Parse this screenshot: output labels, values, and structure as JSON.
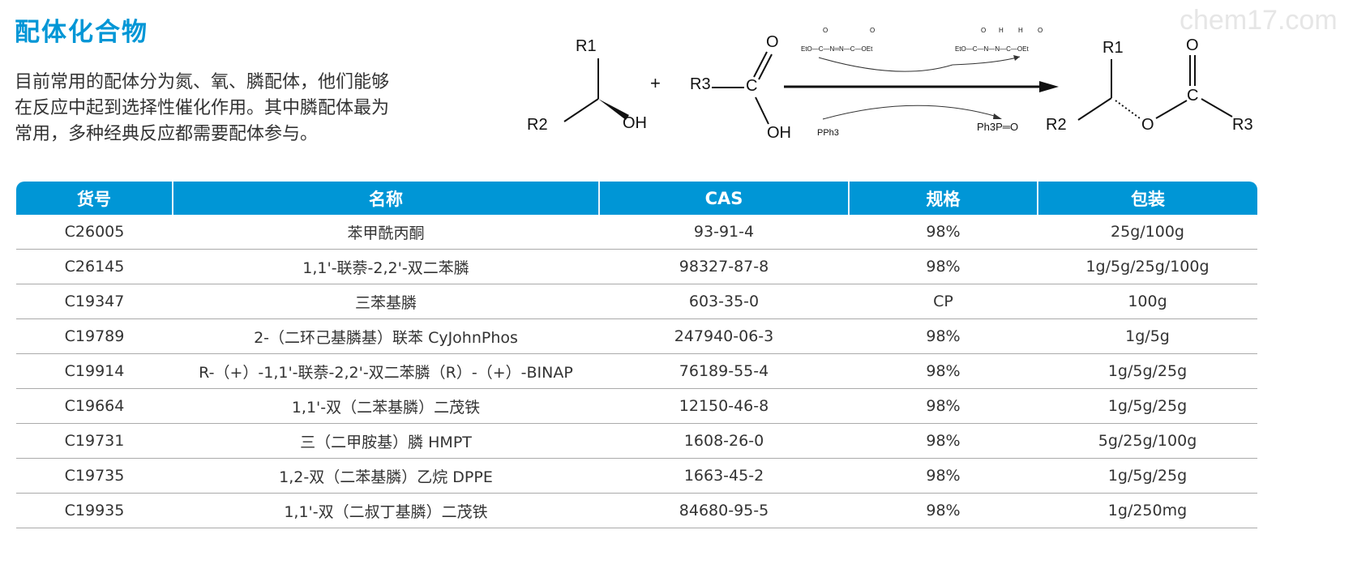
{
  "title": "配体化合物",
  "intro_lines": [
    "目前常用的配体分为氮、氧、膦配体，他们能够",
    "在反应中起到选择性催化作用。其中膦配体最为",
    "常用，多种经典反应都需要配体参与。"
  ],
  "watermark": "chem17.com",
  "scheme": {
    "r1": "R1",
    "r2": "R2",
    "r3": "R3",
    "oh": "OH",
    "o": "O",
    "c": "C",
    "plus": "+",
    "dead": "EtO—C—N═N—C—OEt",
    "dead_o": "O",
    "hydrazine": "EtO—C—N—N—C—OEt",
    "hydrazine_h": "H",
    "pph3": "PPh3",
    "ph3po": "Ph3P═O"
  },
  "table": {
    "headers": [
      "货号",
      "名称",
      "CAS",
      "规格",
      "包装"
    ],
    "rows": [
      [
        "C26005",
        "苯甲酰丙酮",
        "93-91-4",
        "98%",
        "25g/100g"
      ],
      [
        "C26145",
        "1,1'-联萘-2,2'-双二苯膦",
        "98327-87-8",
        "98%",
        "1g/5g/25g/100g"
      ],
      [
        "C19347",
        "三苯基膦",
        "603-35-0",
        "CP",
        "100g"
      ],
      [
        "C19789",
        "2-（二环己基膦基）联苯 CyJohnPhos",
        "247940-06-3",
        "98%",
        "1g/5g"
      ],
      [
        "C19914",
        "R-（+）-1,1'-联萘-2,2'-双二苯膦（R）-（+）-BINAP",
        "76189-55-4",
        "98%",
        "1g/5g/25g"
      ],
      [
        "C19664",
        "1,1'-双（二苯基膦）二茂铁",
        "12150-46-8",
        "98%",
        "1g/5g/25g"
      ],
      [
        "C19731",
        "三（二甲胺基）膦 HMPT",
        "1608-26-0",
        "98%",
        "5g/25g/100g"
      ],
      [
        "C19735",
        "1,2-双（二苯基膦）乙烷 DPPE",
        "1663-45-2",
        "98%",
        "1g/5g/25g"
      ],
      [
        "C19935",
        "1,1'-双（二叔丁基膦）二茂铁",
        "84680-95-5",
        "98%",
        "1g/250mg"
      ]
    ]
  },
  "colors": {
    "accent": "#0096d6",
    "row_line": "#aaaaaa"
  }
}
